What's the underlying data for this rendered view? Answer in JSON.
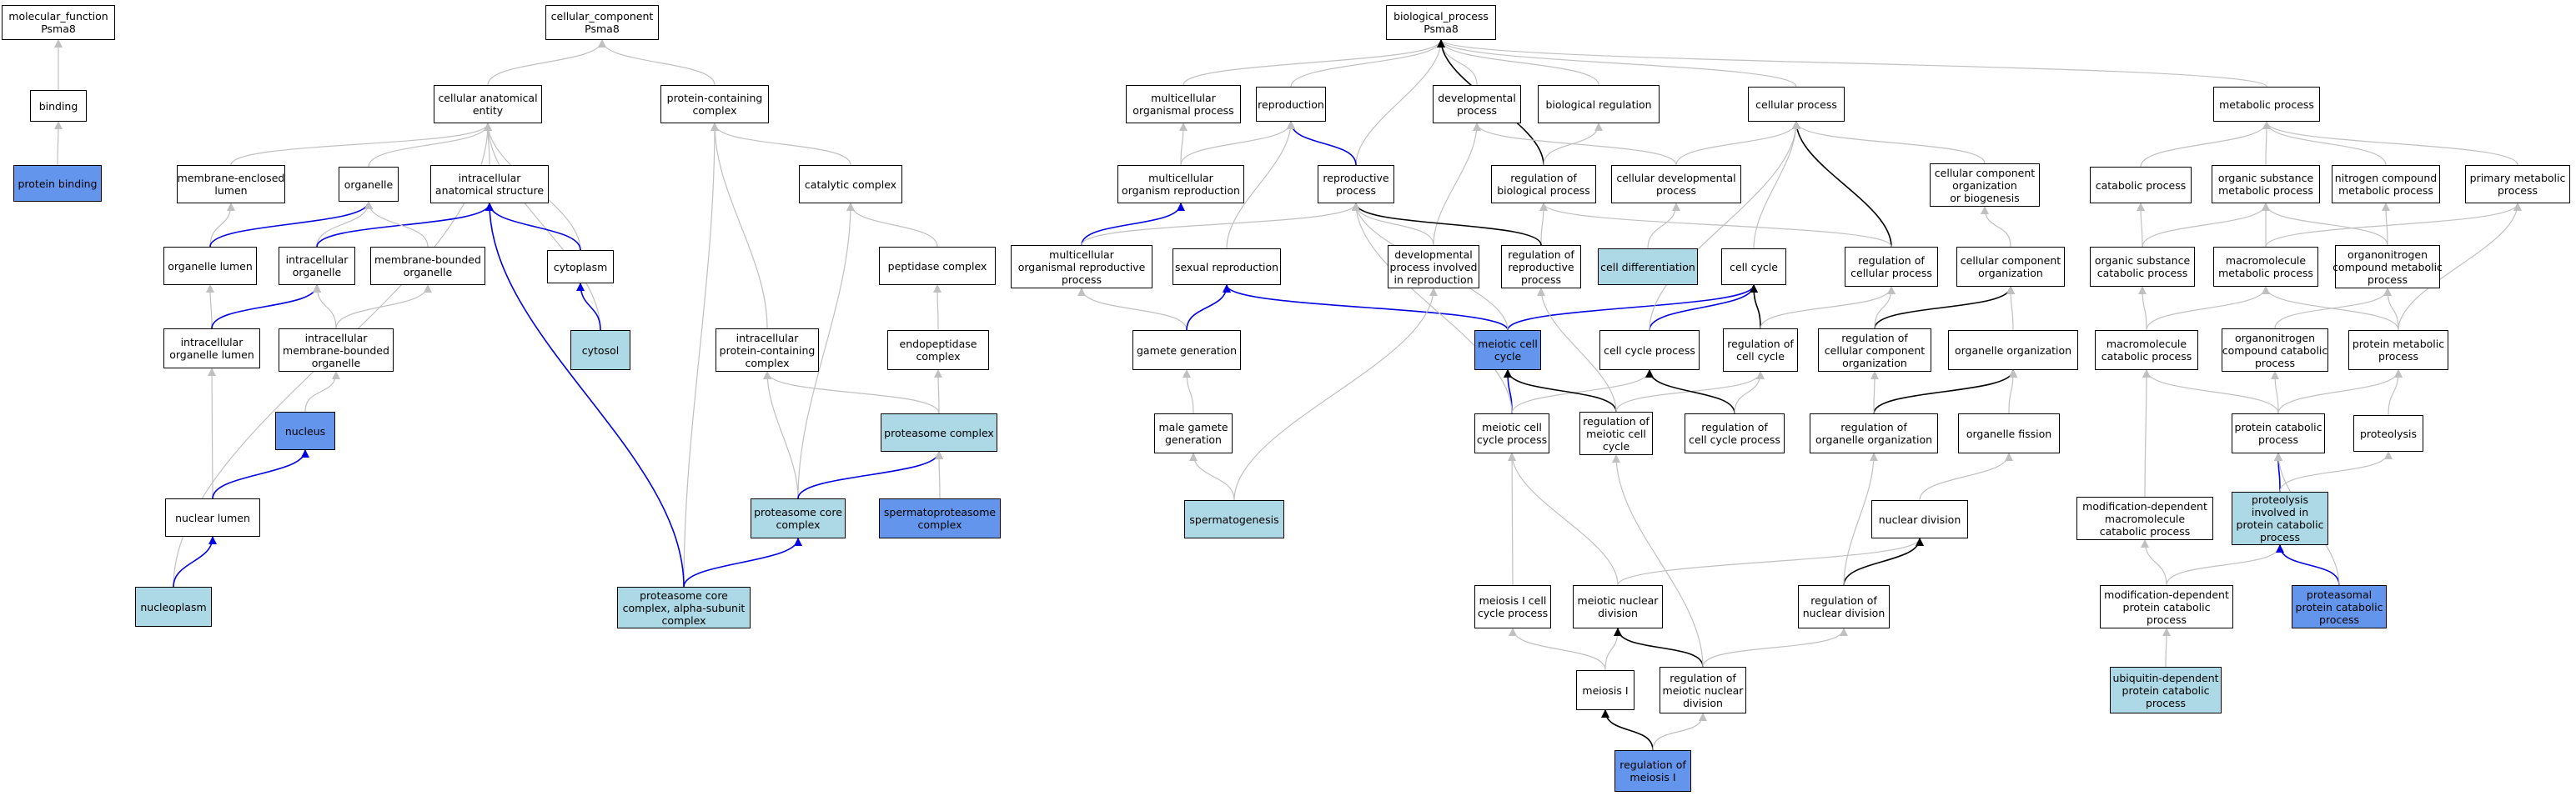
{
  "colors": {
    "default": "#ffffff",
    "direct_annotation": "#6495ed",
    "annotation": "#add8e6",
    "edge_is_a": "#c0c0c0",
    "edge_part_of": "#0000e0",
    "edge_regulates": "#000000"
  },
  "nodes": {
    "mf_root": {
      "lines": [
        "molecular_function",
        "Psma8"
      ]
    },
    "binding": {
      "lines": [
        "binding"
      ]
    },
    "protein_binding": {
      "lines": [
        "protein binding"
      ]
    },
    "cc_root": {
      "lines": [
        "cellular_component",
        "Psma8"
      ]
    },
    "cae": {
      "lines": [
        "cellular anatomical",
        "entity"
      ]
    },
    "pcc": {
      "lines": [
        "protein-containing",
        "complex"
      ]
    },
    "mel": {
      "lines": [
        "membrane-enclosed",
        "lumen"
      ]
    },
    "organelle": {
      "lines": [
        "organelle"
      ]
    },
    "ias": {
      "lines": [
        "intracellular",
        "anatomical structure"
      ]
    },
    "catcomplex": {
      "lines": [
        "catalytic complex"
      ]
    },
    "org_lumen": {
      "lines": [
        "organelle lumen"
      ]
    },
    "intra_org": {
      "lines": [
        "intracellular",
        "organelle"
      ]
    },
    "mbo": {
      "lines": [
        "membrane-bounded",
        "organelle"
      ]
    },
    "cytoplasm": {
      "lines": [
        "cytoplasm"
      ]
    },
    "peptidase": {
      "lines": [
        "peptidase complex"
      ]
    },
    "iol": {
      "lines": [
        "intracellular",
        "organelle lumen"
      ]
    },
    "imbo": {
      "lines": [
        "intracellular",
        "membrane-bounded",
        "organelle"
      ]
    },
    "cytosol": {
      "lines": [
        "cytosol"
      ]
    },
    "ipcc": {
      "lines": [
        "intracellular",
        "protein-containing",
        "complex"
      ]
    },
    "endopep": {
      "lines": [
        "endopeptidase",
        "complex"
      ]
    },
    "nucleus": {
      "lines": [
        "nucleus"
      ]
    },
    "proteasome": {
      "lines": [
        "proteasome complex"
      ]
    },
    "nuc_lumen": {
      "lines": [
        "nuclear lumen"
      ]
    },
    "prot_core": {
      "lines": [
        "proteasome core",
        "complex"
      ]
    },
    "spermatoproteasome": {
      "lines": [
        "spermatoproteasome",
        "complex"
      ]
    },
    "nucleoplasm": {
      "lines": [
        "nucleoplasm"
      ]
    },
    "alpha": {
      "lines": [
        "proteasome core",
        "complex, alpha-subunit",
        "complex"
      ]
    },
    "bp_root": {
      "lines": [
        "biological_process",
        "Psma8"
      ]
    },
    "mop": {
      "lines": [
        "multicellular",
        "organismal process"
      ]
    },
    "reproduction": {
      "lines": [
        "reproduction"
      ]
    },
    "devproc": {
      "lines": [
        "developmental",
        "process"
      ]
    },
    "bioreg": {
      "lines": [
        "biological regulation"
      ]
    },
    "cellproc": {
      "lines": [
        "cellular process"
      ]
    },
    "metproc": {
      "lines": [
        "metabolic process"
      ]
    },
    "mor": {
      "lines": [
        "multicellular",
        "organism reproduction"
      ]
    },
    "reproproc": {
      "lines": [
        "reproductive",
        "process"
      ]
    },
    "regbio": {
      "lines": [
        "regulation of",
        "biological process"
      ]
    },
    "celldev": {
      "lines": [
        "cellular developmental",
        "process"
      ]
    },
    "ccob": {
      "lines": [
        "cellular component",
        "organization",
        "or biogenesis"
      ]
    },
    "catabolic": {
      "lines": [
        "catabolic process"
      ]
    },
    "osmp": {
      "lines": [
        "organic substance",
        "metabolic process"
      ]
    },
    "ncmp": {
      "lines": [
        "nitrogen compound",
        "metabolic process"
      ]
    },
    "pmp": {
      "lines": [
        "primary metabolic",
        "process"
      ]
    },
    "morp": {
      "lines": [
        "multicellular",
        "organismal reproductive",
        "process"
      ]
    },
    "sexrep": {
      "lines": [
        "sexual reproduction"
      ]
    },
    "dpir": {
      "lines": [
        "developmental",
        "process involved",
        "in reproduction"
      ]
    },
    "regrep": {
      "lines": [
        "regulation of",
        "reproductive",
        "process"
      ]
    },
    "celldiff": {
      "lines": [
        "cell differentiation"
      ]
    },
    "cellcycle": {
      "lines": [
        "cell cycle"
      ]
    },
    "regcell": {
      "lines": [
        "regulation of",
        "cellular process"
      ]
    },
    "cco": {
      "lines": [
        "cellular component",
        "organization"
      ]
    },
    "oscp": {
      "lines": [
        "organic substance",
        "catabolic process"
      ]
    },
    "macromp": {
      "lines": [
        "macromolecule",
        "metabolic process"
      ]
    },
    "oncmp": {
      "lines": [
        "organonitrogen",
        "compound metabolic",
        "process"
      ]
    },
    "gamete": {
      "lines": [
        "gamete generation"
      ]
    },
    "meioticcc": {
      "lines": [
        "meiotic cell",
        "cycle"
      ]
    },
    "ccp": {
      "lines": [
        "cell cycle process"
      ]
    },
    "regcc": {
      "lines": [
        "regulation of",
        "cell cycle"
      ]
    },
    "regcco": {
      "lines": [
        "regulation of",
        "cellular component",
        "organization"
      ]
    },
    "orgorg": {
      "lines": [
        "organelle organization"
      ]
    },
    "macrocat": {
      "lines": [
        "macromolecule",
        "catabolic process"
      ]
    },
    "onccp": {
      "lines": [
        "organonitrogen",
        "compound catabolic",
        "process"
      ]
    },
    "protmet": {
      "lines": [
        "protein metabolic",
        "process"
      ]
    },
    "malegam": {
      "lines": [
        "male gamete",
        "generation"
      ]
    },
    "meioticccp": {
      "lines": [
        "meiotic cell",
        "cycle process"
      ]
    },
    "regmcc": {
      "lines": [
        "regulation of",
        "meiotic cell",
        "cycle"
      ]
    },
    "regccp": {
      "lines": [
        "regulation of",
        "cell cycle process"
      ]
    },
    "regorgorg": {
      "lines": [
        "regulation of",
        "organelle organization"
      ]
    },
    "orgfission": {
      "lines": [
        "organelle fission"
      ]
    },
    "protcat": {
      "lines": [
        "protein catabolic",
        "process"
      ]
    },
    "proteolysis": {
      "lines": [
        "proteolysis"
      ]
    },
    "spermatogenesis": {
      "lines": [
        "spermatogenesis"
      ]
    },
    "nucdiv": {
      "lines": [
        "nuclear division"
      ]
    },
    "mdmcp": {
      "lines": [
        "modification-dependent",
        "macromolecule",
        "catabolic process"
      ]
    },
    "pipcp": {
      "lines": [
        "proteolysis",
        "involved in",
        "protein catabolic",
        "process"
      ]
    },
    "meiosis1ccp": {
      "lines": [
        "meiosis I cell",
        "cycle process"
      ]
    },
    "mnd": {
      "lines": [
        "meiotic nuclear",
        "division"
      ]
    },
    "regnucdiv": {
      "lines": [
        "regulation of",
        "nuclear division"
      ]
    },
    "mdpcp": {
      "lines": [
        "modification-dependent",
        "protein catabolic",
        "process"
      ]
    },
    "proteasomal": {
      "lines": [
        "proteasomal",
        "protein catabolic",
        "process"
      ]
    },
    "meiosis1": {
      "lines": [
        "meiosis I"
      ]
    },
    "regmnd": {
      "lines": [
        "regulation of",
        "meiotic nuclear",
        "division"
      ]
    },
    "ubiq": {
      "lines": [
        "ubiquitin-dependent",
        "protein catabolic",
        "process"
      ]
    },
    "regmeiosis1": {
      "lines": [
        "regulation of",
        "meiosis I"
      ]
    }
  },
  "edges": [
    [
      "binding",
      "mf_root",
      "is_a"
    ],
    [
      "protein_binding",
      "binding",
      "is_a"
    ],
    [
      "cae",
      "cc_root",
      "is_a"
    ],
    [
      "pcc",
      "cc_root",
      "is_a"
    ],
    [
      "mel",
      "cae",
      "is_a"
    ],
    [
      "organelle",
      "cae",
      "is_a"
    ],
    [
      "ias",
      "cae",
      "is_a"
    ],
    [
      "cytoplasm",
      "cae",
      "is_a"
    ],
    [
      "cytosol",
      "cae",
      "is_a"
    ],
    [
      "nucleoplasm",
      "cae",
      "is_a"
    ],
    [
      "catcomplex",
      "pcc",
      "is_a"
    ],
    [
      "ipcc",
      "pcc",
      "is_a"
    ],
    [
      "alpha",
      "pcc",
      "is_a"
    ],
    [
      "org_lumen",
      "mel",
      "is_a"
    ],
    [
      "org_lumen",
      "organelle",
      "part_of"
    ],
    [
      "intra_org",
      "organelle",
      "is_a"
    ],
    [
      "intra_org",
      "ias",
      "part_of"
    ],
    [
      "mbo",
      "organelle",
      "is_a"
    ],
    [
      "cytoplasm",
      "ias",
      "part_of"
    ],
    [
      "alpha",
      "ias",
      "part_of"
    ],
    [
      "peptidase",
      "catcomplex",
      "is_a"
    ],
    [
      "prot_core",
      "catcomplex",
      "is_a"
    ],
    [
      "iol",
      "org_lumen",
      "is_a"
    ],
    [
      "iol",
      "intra_org",
      "part_of"
    ],
    [
      "imbo",
      "intra_org",
      "is_a"
    ],
    [
      "imbo",
      "mbo",
      "is_a"
    ],
    [
      "cytosol",
      "cytoplasm",
      "part_of"
    ],
    [
      "endopep",
      "peptidase",
      "is_a"
    ],
    [
      "proteasome",
      "endopep",
      "is_a"
    ],
    [
      "proteasome",
      "ipcc",
      "is_a"
    ],
    [
      "nucleus",
      "imbo",
      "is_a"
    ],
    [
      "nuc_lumen",
      "iol",
      "is_a"
    ],
    [
      "nuc_lumen",
      "nucleus",
      "part_of"
    ],
    [
      "prot_core",
      "ipcc",
      "is_a"
    ],
    [
      "prot_core",
      "proteasome",
      "part_of"
    ],
    [
      "spermatoproteasome",
      "proteasome",
      "is_a"
    ],
    [
      "nucleoplasm",
      "nuc_lumen",
      "part_of"
    ],
    [
      "alpha",
      "prot_core",
      "part_of"
    ],
    [
      "mop",
      "bp_root",
      "is_a"
    ],
    [
      "reproduction",
      "bp_root",
      "is_a"
    ],
    [
      "reproproc",
      "bp_root",
      "is_a"
    ],
    [
      "devproc",
      "bp_root",
      "is_a"
    ],
    [
      "bioreg",
      "bp_root",
      "is_a"
    ],
    [
      "cellproc",
      "bp_root",
      "is_a"
    ],
    [
      "metproc",
      "bp_root",
      "is_a"
    ],
    [
      "regbio",
      "bp_root",
      "regulates"
    ],
    [
      "mor",
      "mop",
      "is_a"
    ],
    [
      "mor",
      "reproduction",
      "is_a"
    ],
    [
      "reproproc",
      "reproduction",
      "part_of"
    ],
    [
      "regbio",
      "bioreg",
      "is_a"
    ],
    [
      "celldev",
      "devproc",
      "is_a"
    ],
    [
      "celldev",
      "cellproc",
      "is_a"
    ],
    [
      "ccob",
      "cellproc",
      "is_a"
    ],
    [
      "catabolic",
      "metproc",
      "is_a"
    ],
    [
      "osmp",
      "metproc",
      "is_a"
    ],
    [
      "ncmp",
      "metproc",
      "is_a"
    ],
    [
      "pmp",
      "metproc",
      "is_a"
    ],
    [
      "morp",
      "mor",
      "part_of"
    ],
    [
      "morp",
      "reproproc",
      "is_a"
    ],
    [
      "sexrep",
      "reproduction",
      "is_a"
    ],
    [
      "dpir",
      "devproc",
      "is_a"
    ],
    [
      "dpir",
      "reproproc",
      "is_a"
    ],
    [
      "regrep",
      "regbio",
      "is_a"
    ],
    [
      "regrep",
      "reproproc",
      "regulates"
    ],
    [
      "celldiff",
      "celldev",
      "is_a"
    ],
    [
      "cellcycle",
      "cellproc",
      "is_a"
    ],
    [
      "regcell",
      "cellproc",
      "regulates"
    ],
    [
      "regcell",
      "regbio",
      "is_a"
    ],
    [
      "cco",
      "ccob",
      "is_a"
    ],
    [
      "oscp",
      "catabolic",
      "is_a"
    ],
    [
      "oscp",
      "osmp",
      "is_a"
    ],
    [
      "macromp",
      "osmp",
      "is_a"
    ],
    [
      "macromp",
      "pmp",
      "is_a"
    ],
    [
      "oncmp",
      "osmp",
      "is_a"
    ],
    [
      "oncmp",
      "ncmp",
      "is_a"
    ],
    [
      "gamete",
      "morp",
      "is_a"
    ],
    [
      "gamete",
      "sexrep",
      "part_of"
    ],
    [
      "meioticcc",
      "sexrep",
      "part_of"
    ],
    [
      "meioticcc",
      "cellcycle",
      "part_of"
    ],
    [
      "meioticcc",
      "reproproc",
      "is_a"
    ],
    [
      "ccp",
      "cellcycle",
      "part_of"
    ],
    [
      "ccp",
      "cellproc",
      "is_a"
    ],
    [
      "regcc",
      "cellcycle",
      "regulates"
    ],
    [
      "regcc",
      "regcell",
      "is_a"
    ],
    [
      "regcco",
      "cco",
      "regulates"
    ],
    [
      "regcco",
      "regcell",
      "is_a"
    ],
    [
      "orgorg",
      "cco",
      "is_a"
    ],
    [
      "macrocat",
      "oscp",
      "is_a"
    ],
    [
      "macrocat",
      "macromp",
      "is_a"
    ],
    [
      "onccp",
      "oncmp",
      "is_a"
    ],
    [
      "protmet",
      "macromp",
      "is_a"
    ],
    [
      "protmet",
      "oncmp",
      "is_a"
    ],
    [
      "protmet",
      "pmp",
      "is_a"
    ],
    [
      "malegam",
      "gamete",
      "is_a"
    ],
    [
      "meioticccp",
      "meioticcc",
      "part_of"
    ],
    [
      "meioticccp",
      "ccp",
      "is_a"
    ],
    [
      "meioticccp",
      "reproproc",
      "is_a"
    ],
    [
      "regmcc",
      "meioticcc",
      "regulates"
    ],
    [
      "regmcc",
      "regcc",
      "is_a"
    ],
    [
      "regmcc",
      "regrep",
      "is_a"
    ],
    [
      "regccp",
      "ccp",
      "regulates"
    ],
    [
      "regccp",
      "regcc",
      "is_a"
    ],
    [
      "regorgorg",
      "orgorg",
      "regulates"
    ],
    [
      "regorgorg",
      "regcco",
      "is_a"
    ],
    [
      "orgfission",
      "orgorg",
      "is_a"
    ],
    [
      "protcat",
      "macrocat",
      "is_a"
    ],
    [
      "protcat",
      "onccp",
      "is_a"
    ],
    [
      "protcat",
      "protmet",
      "is_a"
    ],
    [
      "proteolysis",
      "protmet",
      "is_a"
    ],
    [
      "spermatogenesis",
      "malegam",
      "is_a"
    ],
    [
      "spermatogenesis",
      "dpir",
      "is_a"
    ],
    [
      "nucdiv",
      "orgfission",
      "is_a"
    ],
    [
      "mdmcp",
      "macrocat",
      "is_a"
    ],
    [
      "pipcp",
      "protcat",
      "part_of"
    ],
    [
      "pipcp",
      "proteolysis",
      "is_a"
    ],
    [
      "meiosis1ccp",
      "meioticccp",
      "is_a"
    ],
    [
      "mnd",
      "meioticccp",
      "is_a"
    ],
    [
      "mnd",
      "nucdiv",
      "is_a"
    ],
    [
      "regnucdiv",
      "nucdiv",
      "regulates"
    ],
    [
      "regnucdiv",
      "regorgorg",
      "is_a"
    ],
    [
      "mdpcp",
      "mdmcp",
      "is_a"
    ],
    [
      "mdpcp",
      "pipcp",
      "is_a"
    ],
    [
      "proteasomal",
      "pipcp",
      "part_of"
    ],
    [
      "proteasomal",
      "protcat",
      "is_a"
    ],
    [
      "meiosis1",
      "meiosis1ccp",
      "is_a"
    ],
    [
      "meiosis1",
      "mnd",
      "is_a"
    ],
    [
      "regmnd",
      "mnd",
      "regulates"
    ],
    [
      "regmnd",
      "regnucdiv",
      "is_a"
    ],
    [
      "regmnd",
      "regmcc",
      "is_a"
    ],
    [
      "ubiq",
      "mdpcp",
      "is_a"
    ],
    [
      "regmeiosis1",
      "meiosis1",
      "regulates"
    ],
    [
      "regmeiosis1",
      "regmnd",
      "is_a"
    ]
  ]
}
